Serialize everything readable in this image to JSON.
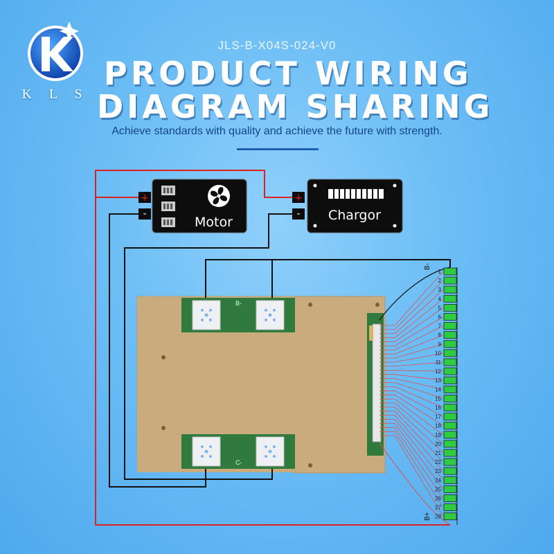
{
  "logo": {
    "letters": "K L S",
    "icon": "kls-logo-icon"
  },
  "header": {
    "model": "JLS-B-X04S-024-V0",
    "title_line1": "PRODUCT WIRING",
    "title_line2": "DIAGRAM SHARING",
    "subtitle": "Achieve standards with quality and achieve the future with strength."
  },
  "diagram": {
    "motor_label": "Motor",
    "charger_label": "Chargor",
    "plus_sign": "+",
    "minus_sign": "-",
    "b_minus_label": "B-",
    "b_plus_label": "B+",
    "pad_top_label": "B-",
    "pad_bottom_label": "C-",
    "cell_numbers": [
      "1",
      "2",
      "3",
      "4",
      "5",
      "6",
      "7",
      "8",
      "9",
      "10",
      "11",
      "12",
      "13",
      "14",
      "15",
      "16",
      "17",
      "18",
      "19",
      "20",
      "21",
      "22",
      "23",
      "24",
      "25",
      "26",
      "27",
      "28"
    ],
    "colors": {
      "positive_wire": "#e0201f",
      "negative_wire": "#111111",
      "sense_wire": "#e05050",
      "board": "#c7a97a",
      "pcb_green": "#2f7a3c",
      "cell_green": "#2ecc40",
      "module_bg": "#0d0d0d"
    }
  }
}
